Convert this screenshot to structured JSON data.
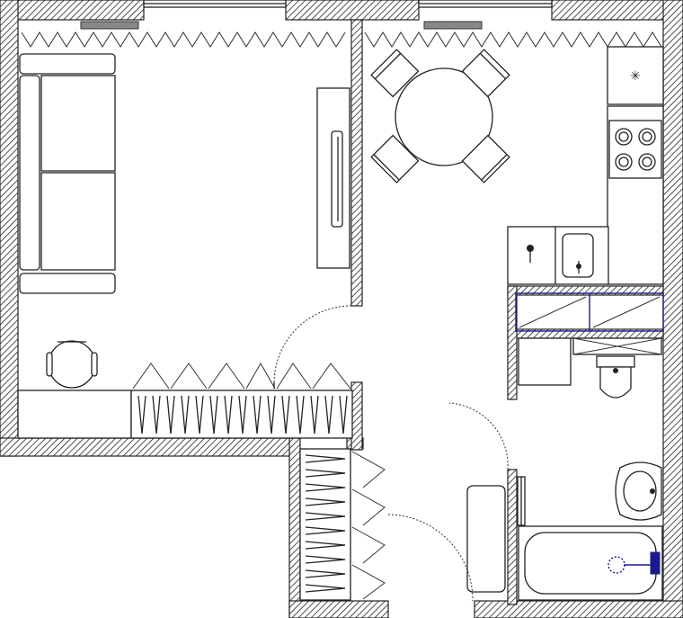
{
  "plan": {
    "rooms": [
      "living-room",
      "kitchen-dining",
      "hallway",
      "bathroom",
      "entrance"
    ],
    "colors": {
      "wall_hatch": "#222222",
      "fixture_blue": "#1a1a8c",
      "background": "#ffffff"
    },
    "icons": [
      "radiator-icon",
      "window-icon",
      "sofa-icon",
      "tv-icon",
      "desk-chair-icon",
      "dining-table-icon",
      "stove-icon",
      "sink-icon",
      "toilet-icon",
      "bathtub-icon",
      "washbasin-icon",
      "wardrobe-icon",
      "door-swing-icon"
    ]
  }
}
